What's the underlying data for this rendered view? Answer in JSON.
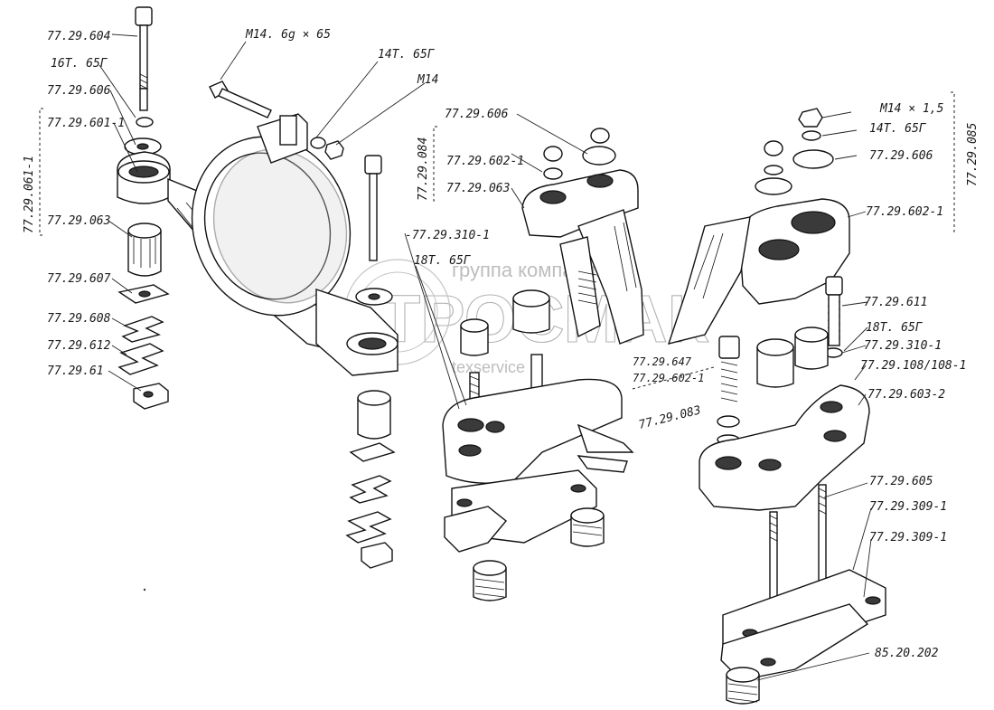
{
  "labels": {
    "l_77_29_604": "77.29.604",
    "l_16t65g_a": "16Т. 65Г",
    "l_77_29_606_a": "77.29.606",
    "l_77_29_601_1": "77.29.601-1",
    "l_77_29_063_a": "77.29.063",
    "l_77_29_607": "77.29.607",
    "l_77_29_608": "77.29.608",
    "l_77_29_612": "77.29.612",
    "l_77_29_61": "77.29.61",
    "l_m14_6g_65": "М14. 6g × 65",
    "l_14t65g_a": "14Т. 65Г",
    "l_m14_a": "М14",
    "l_77_29_606_b": "77.29.606",
    "l_77_29_602_1_a": "77.29.602-1",
    "l_77_29_063_b": "77.29.063",
    "l_77_29_310_1_a": "-77.29.310-1",
    "l_18t65g_a": "18Т. 65Г",
    "l_77_29_647": "77.29.647",
    "l_77_29_602_1_b": "77.29.602-1",
    "l_m14_15": "М14 × 1,5",
    "l_14t65g_b": "14Т. 65Г",
    "l_77_29_606_c": "77.29.606",
    "l_77_29_602_1_c": "77.29.602-1",
    "l_77_29_611": "77.29.611",
    "l_18t65g_b": "18Т. 65Г",
    "l_77_29_310_1_b": "77.29.310-1",
    "l_77_29_108": "77.29.108/108-1",
    "l_77_29_603_2": "77.29.603-2",
    "l_77_29_605": "77.29.605",
    "l_77_29_309_1_a": "77.29.309-1",
    "l_77_29_309_1_b": "77.29.309-1",
    "l_85_20_202": "85.20.202"
  },
  "groups": {
    "g_77_29_061_1": "77.29.061-1",
    "g_77_29_084": "77.29.084",
    "g_77_29_083": "77.29.083",
    "g_77_29_085": "77.29.085"
  },
  "watermark": {
    "line1": "группа компаний",
    "line2": "ТРОСМАК",
    "line3": "texservice"
  }
}
